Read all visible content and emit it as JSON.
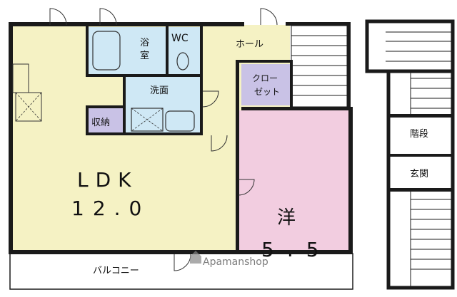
{
  "colors": {
    "ldk": "#f5f2c4",
    "hall": "#f5f2c4",
    "western_room": "#f2cde0",
    "bath": "#cfe8f5",
    "toilet": "#cfe8f5",
    "washroom": "#cfe8f5",
    "closet": "#c9c2e6",
    "storage": "#c9c2e6",
    "stairs_landing": "#f5f2c4",
    "entrance": "#c9c2e6",
    "wall": "#1a1a1a",
    "balcony": "#ffffff"
  },
  "rooms": {
    "bath_line1": "浴",
    "bath_line2": "室",
    "toilet": "WC",
    "hall": "ホール",
    "closet_line1": "クロー",
    "closet_line2": "ゼット",
    "washroom": "洗面",
    "storage": "収納",
    "ldk_label": "LDK",
    "ldk_size": "12.0",
    "western_label": "洋",
    "western_size": "5.5",
    "stairs": "階段",
    "entrance": "玄関",
    "balcony": "バルコニー"
  },
  "watermark": "Apamanshop"
}
